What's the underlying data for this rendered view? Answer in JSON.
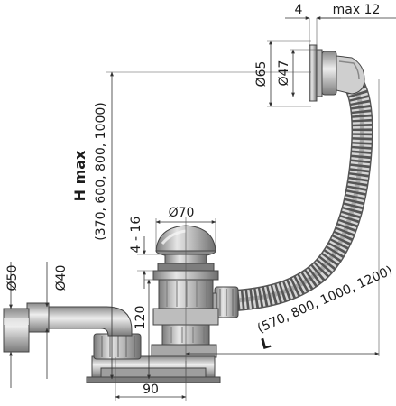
{
  "labels": {
    "offset_4": "4",
    "max_12": "max 12",
    "dia_65": "Ø65",
    "dia_47": "Ø47",
    "h_max_title": "H max",
    "h_max_values": "(370, 600, 800, 1000)",
    "dia_70": "Ø70",
    "range_4_16": "4 - 16",
    "dia_50": "Ø50",
    "dia_40": "Ø40",
    "height_120": "120",
    "l_title": "L",
    "l_values": "(570, 800, 1000, 1200)",
    "width_90": "90"
  },
  "colors": {
    "line": "#333333",
    "body_gray": "#9a9a9a",
    "light_gray": "#d8d8d8",
    "dark_gray": "#6a6a6a",
    "highlight": "#f2f2f2"
  }
}
